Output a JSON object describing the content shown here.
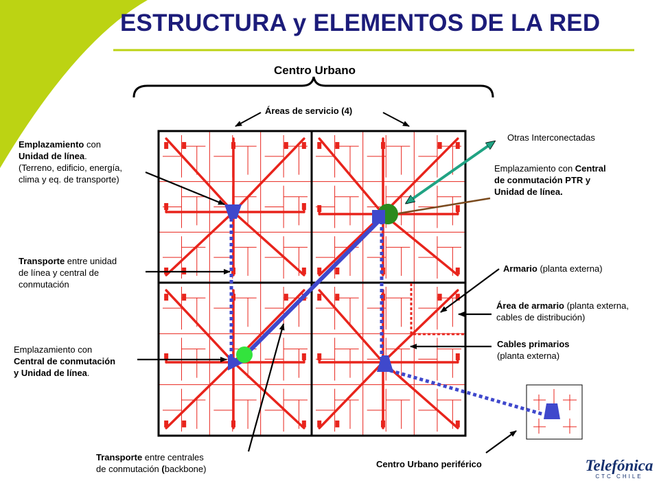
{
  "header": {
    "title": "ESTRUCTURA y ELEMENTOS DE LA RED"
  },
  "labels": {
    "centro_urbano": "Centro Urbano",
    "areas_servicio": "Áreas de servicio (4)",
    "otras_interconectadas": "Otras Interconectadas",
    "emplazamiento_unidad": {
      "b1": "Emplazamiento",
      "t1": " con",
      "b2": "Unidad de línea",
      "t2": ".",
      "t3": "(Terreno, edificio, energía,",
      "t4": "clima y eq. de transporte)"
    },
    "emplazamiento_central_ptr": {
      "t1": "Emplazamiento con ",
      "b1": "Central",
      "b2": "de conmutación PTR y",
      "b3": "Unidad de línea."
    },
    "transporte_unidad": {
      "b1": "Transporte",
      "t1": " entre unidad",
      "t2": "de línea y central de",
      "t3": "conmutación"
    },
    "armario": {
      "b1": "Armario",
      "t1": " (planta externa)"
    },
    "area_armario": {
      "b1": "Área de armario",
      "t1": " (planta externa,",
      "t2": "cables de distribución)"
    },
    "cables_primarios": {
      "b1": "Cables primarios",
      "t1": "(planta externa)"
    },
    "emplazamiento_central": {
      "t1": "Emplazamiento con",
      "b1": "Central de conmutación",
      "b2": "y Unidad de línea",
      "t2": "."
    },
    "transporte_backbone": {
      "b1": "Transporte",
      "t1": " entre centrales",
      "t2": "de conmutación ",
      "b2": "(",
      "t3": "backbone)"
    },
    "centro_periferico": "Centro Urbano periférico"
  },
  "logo": {
    "brand": "Telefónica",
    "sub": "CTC CHILE"
  },
  "colors": {
    "accent_green": "#bcd313",
    "title_navy": "#1c1c7a",
    "network_red": "#e8241c",
    "transport_blue": "#3f48cc",
    "central_green": "#2b8a1e",
    "interconnect_teal": "#1f9e86"
  }
}
